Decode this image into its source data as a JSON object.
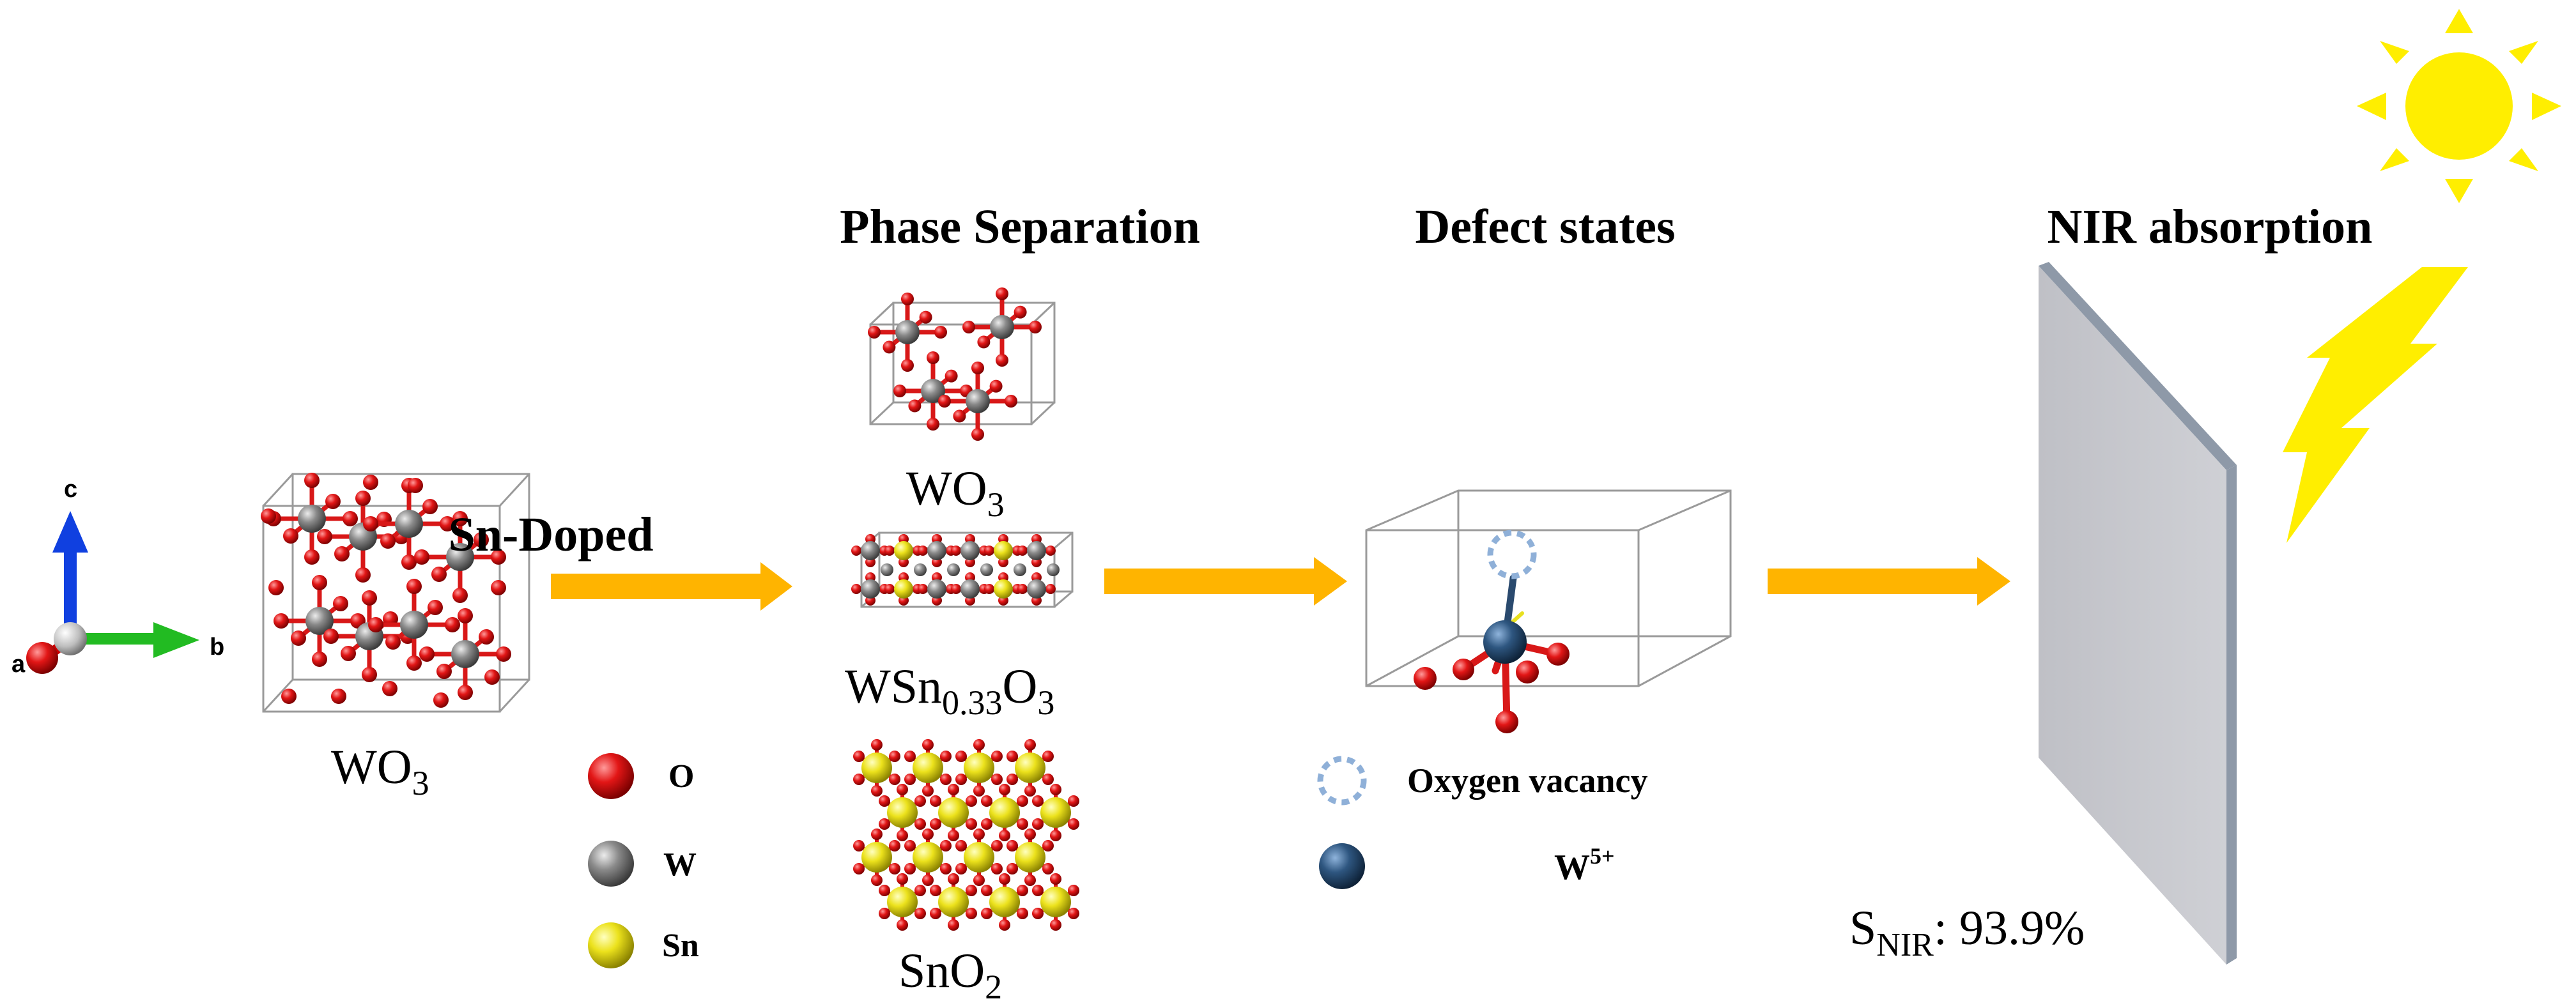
{
  "headings": {
    "phase_separation": "Phase Separation",
    "defect_states": "Defect states",
    "nir_absorption": "NIR absorption"
  },
  "process": {
    "doping_label": "Sn-Doped"
  },
  "axes": {
    "a": "a",
    "b": "b",
    "c": "c",
    "colors": {
      "a": "#cc0000",
      "b": "#22bb22",
      "c": "#1040e0"
    }
  },
  "structures": {
    "pristine": {
      "base": "WO",
      "sub": "3"
    },
    "phase_1": {
      "base": "WO",
      "sub": "3"
    },
    "phase_2": {
      "base1": "WSn",
      "sub1": "0.33",
      "base2": "O",
      "sub2": "3"
    },
    "phase_3": {
      "base": "SnO",
      "sub": "2"
    }
  },
  "atom_legend": [
    {
      "label": "O",
      "color": "#dd1111"
    },
    {
      "label": "W",
      "color": "#8a8a8a"
    },
    {
      "label": "Sn",
      "color": "#e8e020"
    }
  ],
  "defect_legend": {
    "vacancy": "Oxygen vacancy",
    "w5_base": "W",
    "w5_sup": "5+"
  },
  "result": {
    "metric_base": "S",
    "metric_sub": "NIR",
    "metric_value": ": 93.9%"
  },
  "colors": {
    "arrow": "#ffb400",
    "sun": "#ffee00",
    "panel_front": "#c6c7cc",
    "panel_edge": "#8e99a8",
    "vacancy": "#8fb0d8",
    "w5": "#2a4a6e"
  }
}
